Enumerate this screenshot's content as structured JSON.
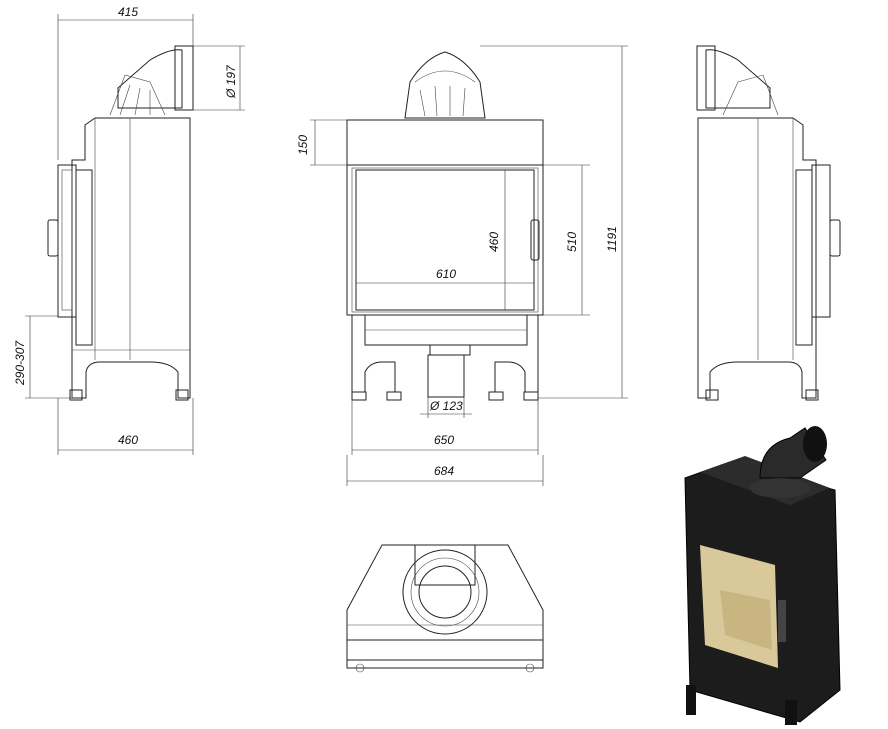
{
  "dimensions": {
    "side_depth": "415",
    "flue_diameter": "Ø 197",
    "top_height": "150",
    "glass_height": "460",
    "door_height": "510",
    "total_height": "1191",
    "glass_width": "610",
    "leg_height": "290-307",
    "side_width": "460",
    "air_inlet_diameter": "Ø 123",
    "inner_width": "650",
    "outer_width": "684"
  },
  "colors": {
    "line": "#222222",
    "dimension": "#333333",
    "background": "#ffffff",
    "render_body": "#1c1c1c",
    "render_glass": "#d9c99a"
  }
}
